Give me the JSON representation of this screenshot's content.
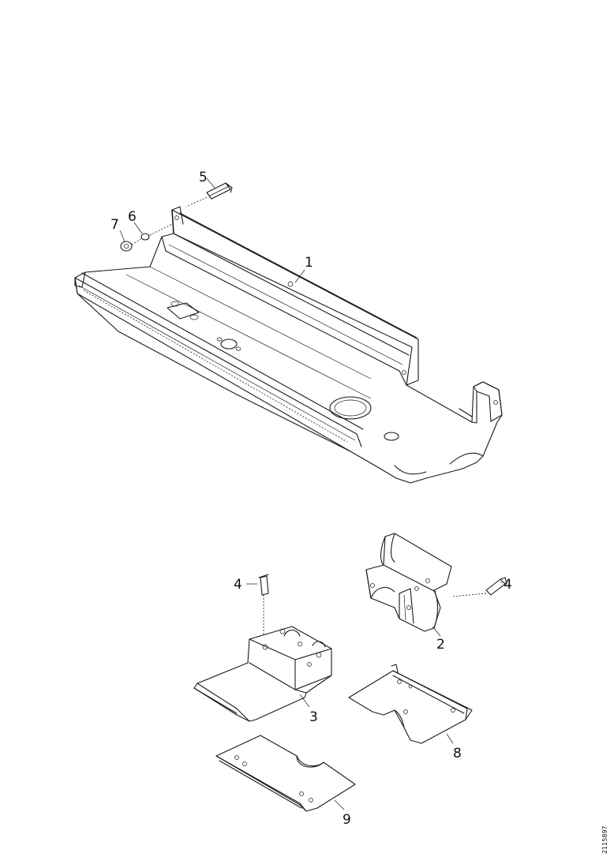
{
  "callouts": {
    "c1": "1",
    "c2": "2",
    "c3": "3",
    "c4a": "4",
    "c4b": "4",
    "c5": "5",
    "c6": "6",
    "c7": "7",
    "c8": "8",
    "c9": "9"
  },
  "document_number": "2115897"
}
